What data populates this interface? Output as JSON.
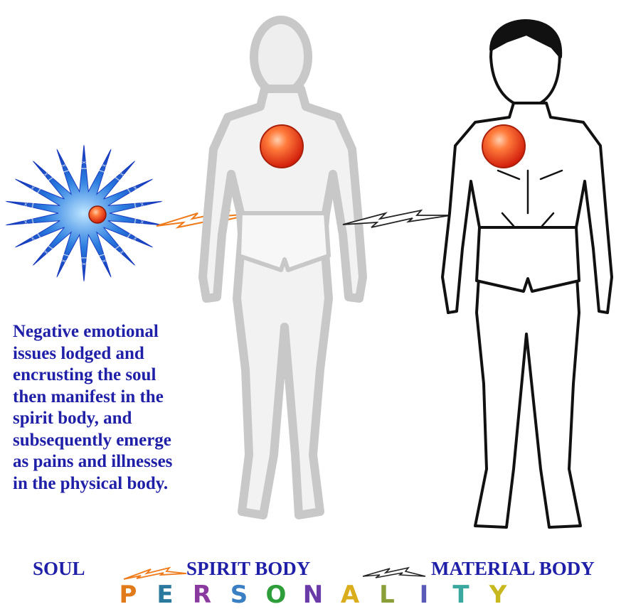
{
  "caption_lines": [
    "Negative emotional",
    "issues lodged and",
    "encrusting the soul",
    "then manifest in the",
    "spirit body, and",
    "subsequently emerge",
    "as pains and illnesses",
    "in the physical body."
  ],
  "legend": {
    "soul": "SOUL",
    "spirit_body": "SPIRIT BODY",
    "material_body": "MATERIAL BODY"
  },
  "personality": {
    "letters": [
      "P",
      "E",
      "R",
      "S",
      "O",
      "N",
      "A",
      "L",
      "I",
      "T",
      "Y"
    ],
    "colors": [
      "#e07a1a",
      "#2b7a9e",
      "#8a3a9e",
      "#3a7fc4",
      "#2e9e3a",
      "#6a3aa8",
      "#d9ad1c",
      "#8a9e3a",
      "#5a5ab8",
      "#3aa89e",
      "#c8b820"
    ]
  },
  "colors": {
    "caption_text": "#1f1fa8",
    "heart_orb": "#e8401c",
    "soul_star": "#1a4fd0",
    "orange_link": "#ef7a1a",
    "dark_link": "#333333",
    "ghost_body": "#c8c8c8",
    "material_body": "#111111"
  },
  "icons": {
    "soul": "soul-star-icon",
    "heart": "heart-orb-icon",
    "spirit_link": "lightning-link-icon"
  }
}
